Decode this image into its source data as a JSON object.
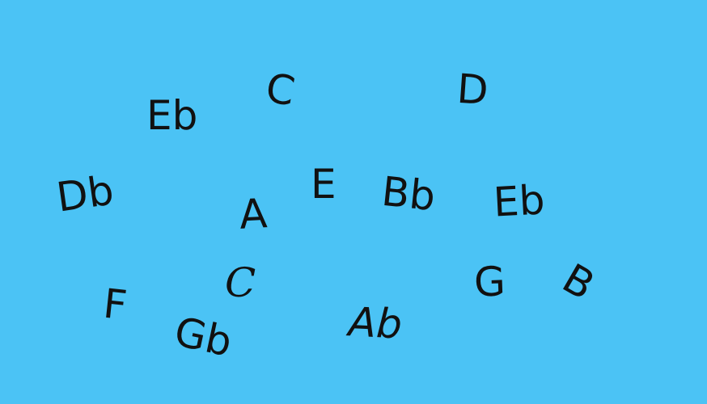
{
  "background_color": "#4bc3f5",
  "text_color": "#111111",
  "notes": [
    {
      "label": "Eb"
    },
    {
      "label": "C"
    },
    {
      "label": "D"
    },
    {
      "label": "Db"
    },
    {
      "label": "A"
    },
    {
      "label": "E"
    },
    {
      "label": "Bb"
    },
    {
      "label": "Eb"
    },
    {
      "label": "F"
    },
    {
      "label": "C"
    },
    {
      "label": "Gb"
    },
    {
      "label": "Ab"
    },
    {
      "label": "G"
    },
    {
      "label": "B"
    }
  ]
}
